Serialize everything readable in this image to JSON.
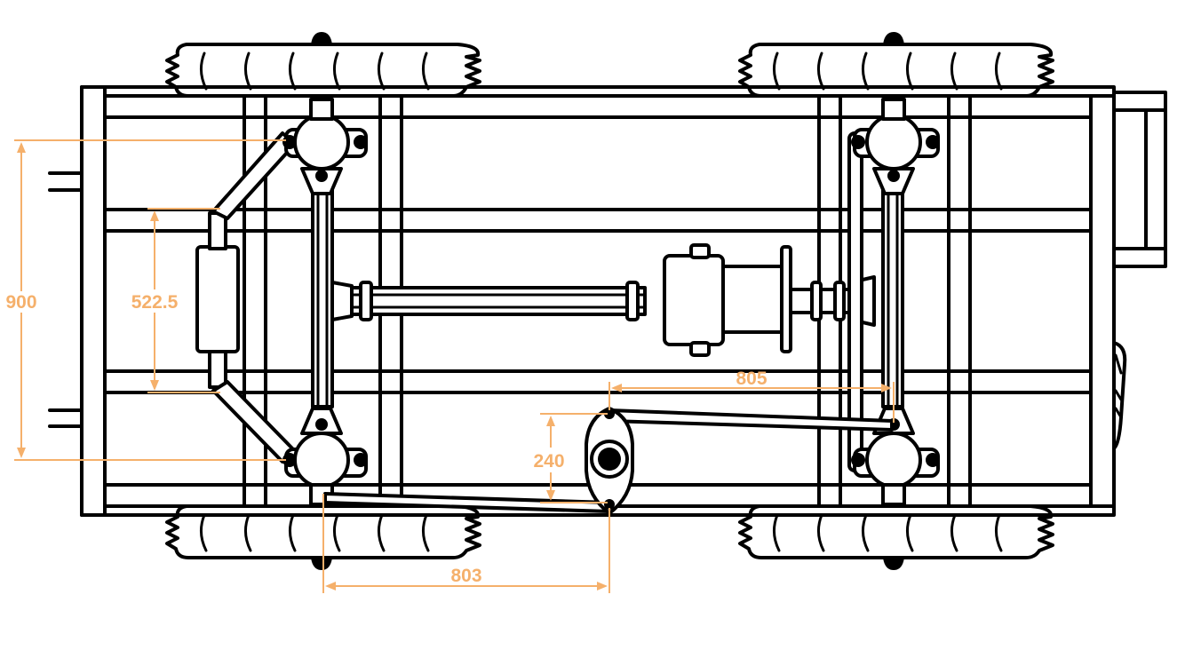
{
  "drawing": {
    "dimensions": [
      {
        "id": "track-width",
        "label": "900"
      },
      {
        "id": "rack-width",
        "label": "522.5"
      },
      {
        "id": "rear-link-length",
        "label": "805"
      },
      {
        "id": "pitman-offset",
        "label": "240"
      },
      {
        "id": "front-link-length",
        "label": "803"
      }
    ],
    "colors": {
      "line": "#000000",
      "dimension": "#f5b06b",
      "background": "#ffffff"
    }
  }
}
